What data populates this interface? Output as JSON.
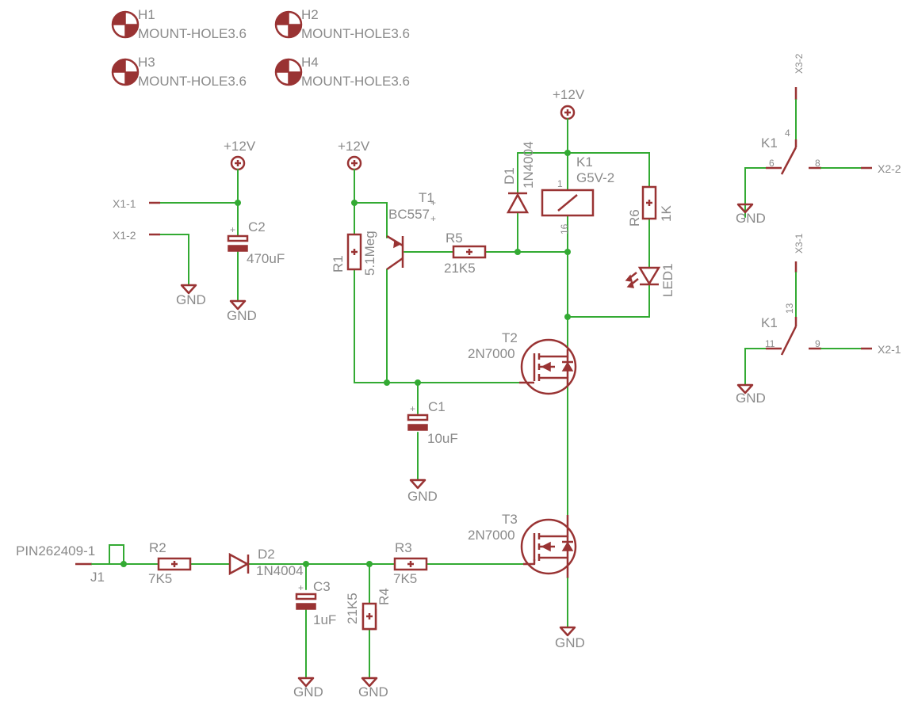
{
  "mount_holes": [
    {
      "ref": "H1",
      "value": "MOUNT-HOLE3.6"
    },
    {
      "ref": "H2",
      "value": "MOUNT-HOLE3.6"
    },
    {
      "ref": "H3",
      "value": "MOUNT-HOLE3.6"
    },
    {
      "ref": "H4",
      "value": "MOUNT-HOLE3.6"
    }
  ],
  "supply": {
    "plus12": "+12V",
    "gnd": "GND"
  },
  "connectors": {
    "x1_1": "X1-1",
    "x1_2": "X1-2",
    "x2_1": "X2-1",
    "x2_2": "X2-2",
    "x3_1": "X3-1",
    "x3_2": "X3-2",
    "j1_value": "PIN262409-1",
    "j1_ref": "J1"
  },
  "components": {
    "c2": {
      "ref": "C2",
      "value": "470uF"
    },
    "c1": {
      "ref": "C1",
      "value": "10uF"
    },
    "c3": {
      "ref": "C3",
      "value": "1uF"
    },
    "r1": {
      "ref": "R1",
      "value": "5.1Meg"
    },
    "r2": {
      "ref": "R2",
      "value": "7K5"
    },
    "r3": {
      "ref": "R3",
      "value": "7K5"
    },
    "r4": {
      "ref": "R4",
      "value": "21K5"
    },
    "r5": {
      "ref": "R5",
      "value": "21K5"
    },
    "r6": {
      "ref": "R6",
      "value": "1K"
    },
    "t1": {
      "ref": "T1",
      "value": "BC557"
    },
    "t2": {
      "ref": "T2",
      "value": "2N7000"
    },
    "t3": {
      "ref": "T3",
      "value": "2N7000"
    },
    "d1": {
      "ref": "D1",
      "value": "1N4004"
    },
    "d2": {
      "ref": "D2",
      "value": "1N4004"
    },
    "k1": {
      "ref": "K1",
      "value": "G5V-2",
      "pin_top": "1",
      "pin_bottom": "16"
    },
    "led1": {
      "ref": "LED1"
    }
  },
  "relay_contacts": [
    {
      "ref": "K1",
      "pin_common": "4",
      "pin_left": "6",
      "pin_right": "8"
    },
    {
      "ref": "K1",
      "pin_common": "13",
      "pin_left": "11",
      "pin_right": "9"
    }
  ]
}
